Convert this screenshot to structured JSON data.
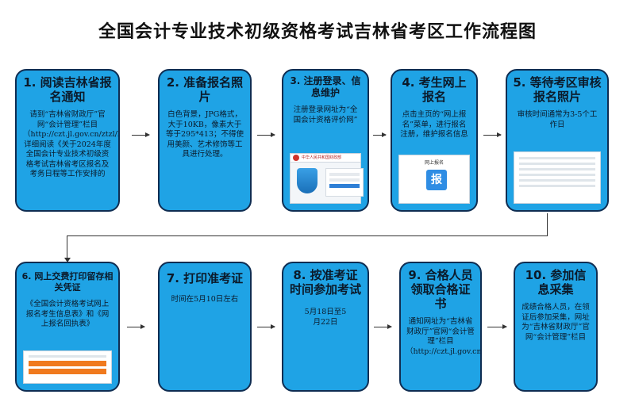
{
  "title": "全国会计专业技术初级资格考试吉林省考区工作流程图",
  "steps": [
    {
      "head": "1. 阅读吉林省报名通知",
      "body": "请到“吉林省财政厅”官网“会计管理”栏目（http://czt.jl.gov.cn/ztzl/kjgl/）详细阅读《关于2024年度全国会计专业技术初级资格考试吉林省考区报名及考务日程等工作安排的"
    },
    {
      "head": "2. 准备报名照片",
      "body": "白色背景，JPG格式，大于10KB，像素大于等于295*413；不得使用美颜、艺术修饰等工具进行处理。"
    },
    {
      "head": "3. 注册登录、信息维护",
      "body": "注册登录网址为“全国会计资格评价网”",
      "thumb_title": "中华人民共和国财政部"
    },
    {
      "head": "4. 考生网上报名",
      "body": "点击主页的“网上报名”菜单，进行报名注册，维护报名信息",
      "thumb_title": "网上报名",
      "thumb_icon": "报"
    },
    {
      "head": "5. 等待考区审核报名照片",
      "body": "审核时间通常为3-5个工作日"
    },
    {
      "head": "6. 网上交费打印留存相关凭证",
      "body": "《全国会计资格考试网上报名考生信息表》和《网上报名回执表》"
    },
    {
      "head": "7. 打印准考证",
      "body": "时间在5月10日左右"
    },
    {
      "head": "8. 按准考证时间参加考试",
      "body": "5月18日至5月22日"
    },
    {
      "head": "9. 合格人员领取合格证书",
      "body": "通知网址为“吉林省财政厅”官网“会计管理”栏目（http://czt.jl.gov.cn/ztzl/kjgl/）"
    },
    {
      "head": "10. 参加信息采集",
      "body": "成绩合格人员，在领证后参加采集，网址为“吉林省财政厅”官网“会计管理”栏目"
    }
  ],
  "colors": {
    "box_fill": "#1fa3e5",
    "box_border": "#0f2d52",
    "button_orange": "#f07a1e"
  }
}
